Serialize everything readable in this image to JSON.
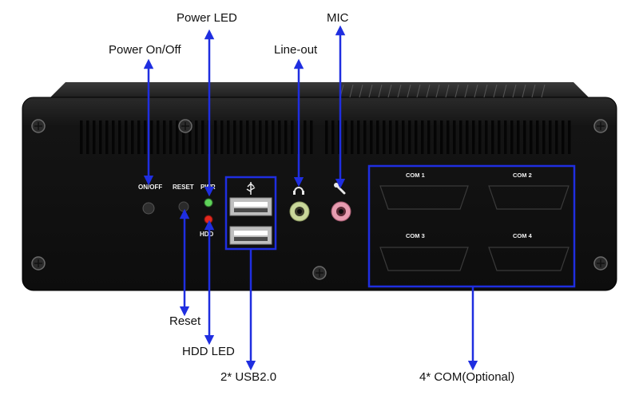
{
  "callouts": {
    "power_led": "Power LED",
    "mic": "MIC",
    "power_onoff": "Power On/Off",
    "line_out": "Line-out",
    "reset": "Reset",
    "hdd_led": "HDD LED",
    "usb": "2* USB2.0",
    "com": "4* COM(Optional)"
  },
  "panel": {
    "onoff": "ON/OFF",
    "reset": "RESET",
    "pwr": "PWR",
    "hdd": "HDD",
    "com1": "COM 1",
    "com2": "COM 2",
    "com3": "COM 3",
    "com4": "COM 4"
  },
  "colors": {
    "arrow": "#1f2ee0",
    "chassis": "#141414",
    "led_green": "#5fd35a",
    "led_red": "#e3281e",
    "mic_jack": "#e79cb0",
    "lineout_jack": "#c9d79a"
  }
}
